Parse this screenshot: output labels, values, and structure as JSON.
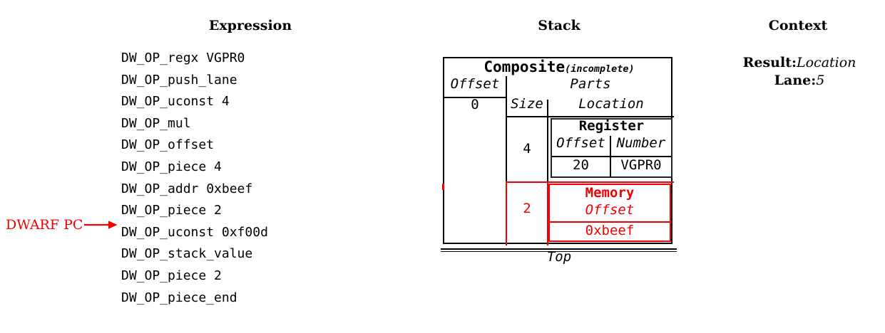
{
  "titles": {
    "expression": "Expression",
    "stack": "Stack",
    "context": "Context"
  },
  "expression": {
    "ops": [
      "DW_OP_regx VGPR0",
      "DW_OP_push_lane",
      "DW_OP_uconst 4",
      "DW_OP_mul",
      "DW_OP_offset",
      "DW_OP_piece 4",
      "DW_OP_addr 0xbeef",
      "DW_OP_piece 2",
      "DW_OP_uconst 0xf00d",
      "DW_OP_stack_value",
      "DW_OP_piece 2",
      "DW_OP_piece_end"
    ],
    "pc_marker_label": "DWARF PC",
    "pc_points_to_op": "DW_OP_uconst 0xf00d"
  },
  "stack": {
    "composite": {
      "title": "Composite",
      "qualifier": "(incomplete)",
      "offset_header": "Offset",
      "offset_value": "0",
      "parts_header": "Parts",
      "size_header": "Size",
      "location_header": "Location",
      "parts": [
        {
          "size": "4",
          "highlighted": false,
          "location": {
            "kind": "Register",
            "columns": [
              "Offset",
              "Number"
            ],
            "values": [
              "20",
              "VGPR0"
            ]
          }
        },
        {
          "size": "2",
          "highlighted": true,
          "location": {
            "kind": "Memory",
            "columns": [
              "Offset"
            ],
            "values": [
              "0xbeef"
            ]
          }
        }
      ]
    },
    "top_label": "Top"
  },
  "context": {
    "result_label": "Result:",
    "result_value": "Location",
    "lane_label": "Lane:",
    "lane_value": "5"
  },
  "colors": {
    "highlight": "#f40000",
    "text": "#000000"
  }
}
